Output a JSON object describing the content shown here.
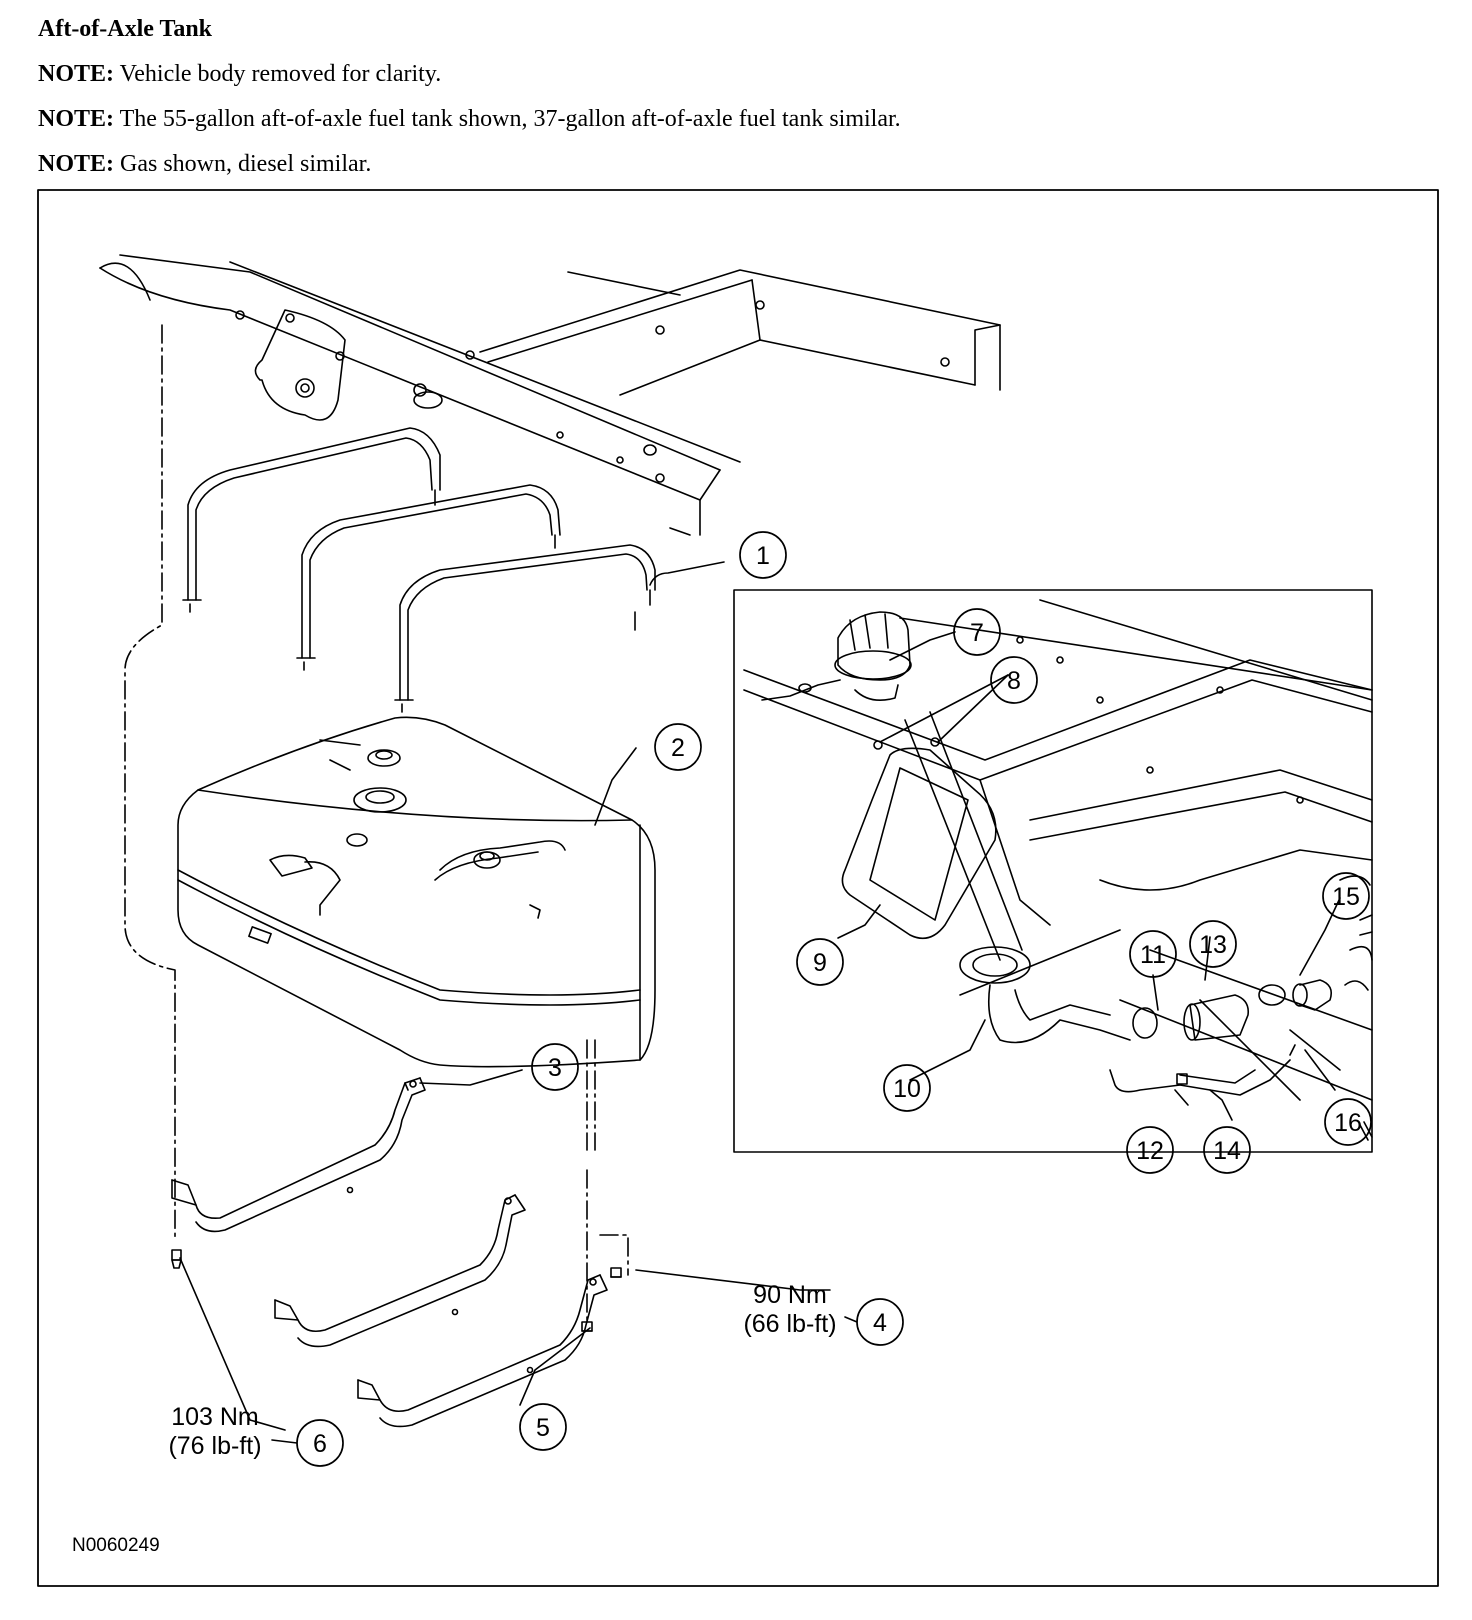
{
  "header": {
    "title": "Aft-of-Axle Tank",
    "notes": [
      {
        "label": "NOTE:",
        "text": "Vehicle body removed for clarity."
      },
      {
        "label": "NOTE:",
        "text": "The 55-gallon aft-of-axle fuel tank shown, 37-gallon aft-of-axle fuel tank similar."
      },
      {
        "label": "NOTE:",
        "text": "Gas shown, diesel similar."
      }
    ]
  },
  "figure": {
    "callouts": [
      "1",
      "2",
      "3",
      "4",
      "5",
      "6",
      "7",
      "8",
      "9",
      "10",
      "11",
      "12",
      "13",
      "14",
      "15",
      "16"
    ],
    "torque": {
      "item4": {
        "line1": "90 Nm",
        "line2": "(66 lb-ft)"
      },
      "item6": {
        "line1": "103 Nm",
        "line2": "(76 lb-ft)"
      }
    },
    "figure_id": "N0060249"
  }
}
